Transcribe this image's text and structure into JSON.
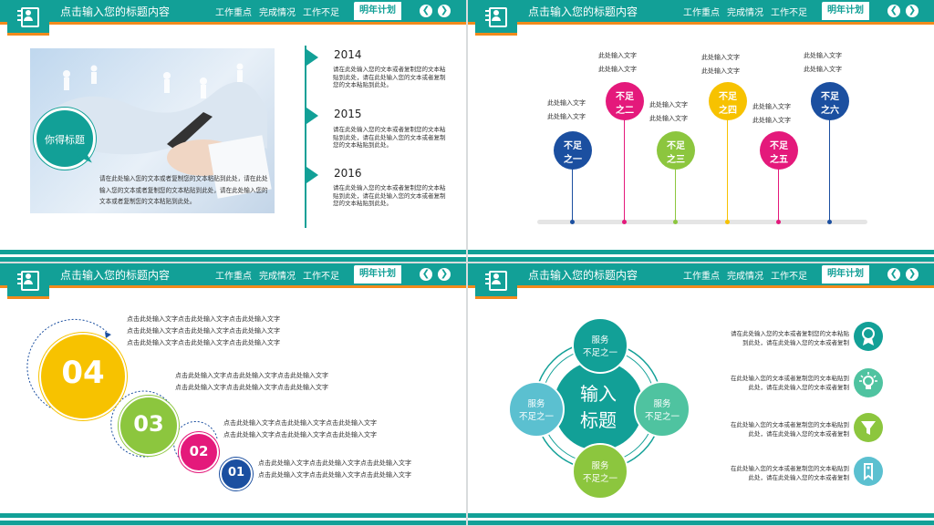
{
  "header": {
    "title": "点击输入您的标题内容",
    "nav": [
      "工作重点",
      "完成情况",
      "工作不足"
    ],
    "active_nav": "明年计划",
    "prev_icon": "chevron-left-icon",
    "next_icon": "chevron-right-icon"
  },
  "colors": {
    "teal": "#12a097",
    "orange": "#f28a1c",
    "blue": "#1b4fa0",
    "green": "#8cc63e",
    "pink": "#e4197b",
    "yellow": "#f7c200"
  },
  "slide1": {
    "badge": "你得标题",
    "photo_text": "请在此处输入您的文本或者复制您的文本粘贴到此处，请在此处输入您的文本或者复制您的文本粘贴到此处，请在此处输入您的文本或者复制您的文本粘贴到此处。",
    "timeline": [
      {
        "year": "2014",
        "text": "请在此处输入您的文本或者复制您的文本粘贴到此处，请在此处输入您的文本或者复制您的文本粘贴到此处。"
      },
      {
        "year": "2015",
        "text": "请在此处输入您的文本或者复制您的文本粘贴到此处，请在此处输入您的文本或者复制您的文本粘贴到此处。"
      },
      {
        "year": "2016",
        "text": "请在此处输入您的文本或者复制您的文本粘贴到此处，请在此处输入您的文本或者复制您的文本粘贴到此处。"
      }
    ]
  },
  "slide2": {
    "pins": [
      {
        "line1": "不足",
        "line2": "之一",
        "label": [
          "此处输入文字",
          "此处输入文字"
        ],
        "color": "#1b4fa0"
      },
      {
        "line1": "不足",
        "line2": "之二",
        "label": [
          "此处输入文字",
          "此处输入文字"
        ],
        "color": "#e4197b"
      },
      {
        "line1": "不足",
        "line2": "之三",
        "label": [
          "此处输入文字",
          "此处输入文字"
        ],
        "color": "#8cc63e"
      },
      {
        "line1": "不足",
        "line2": "之四",
        "label": [
          "此处输入文字",
          "此处输入文字"
        ],
        "color": "#f7c200"
      },
      {
        "line1": "不足",
        "line2": "之五",
        "label": [
          "此处输入文字",
          "此处输入文字"
        ],
        "color": "#e4197b"
      },
      {
        "line1": "不足",
        "line2": "之六",
        "label": [
          "此处输入文字",
          "此处输入文字"
        ],
        "color": "#1b4fa0"
      }
    ]
  },
  "slide3": {
    "items": [
      {
        "num": "04",
        "lines": [
          "点击此处输入文字点击此处输入文字点击此处输入文字",
          "点击此处输入文字点击此处输入文字点击此处输入文字",
          "点击此处输入文字点击此处输入文字点击此处输入文字"
        ],
        "color": "#f7c200"
      },
      {
        "num": "03",
        "lines": [
          "点击此处输入文字点击此处输入文字点击此处输入文字",
          "点击此处输入文字点击此处输入文字点击此处输入文字"
        ],
        "color": "#8cc63e"
      },
      {
        "num": "02",
        "lines": [
          "点击此处输入文字点击此处输入文字点击此处输入文字",
          "点击此处输入文字点击此处输入文字点击此处输入文字"
        ],
        "color": "#e4197b"
      },
      {
        "num": "01",
        "lines": [
          "点击此处输入文字点击此处输入文字点击此处输入文字",
          "点击此处输入文字点击此处输入文字点击此处输入文字"
        ],
        "color": "#1b4fa0"
      }
    ]
  },
  "slide4": {
    "center": [
      "输入",
      "标题"
    ],
    "nodes": [
      {
        "l1": "服务",
        "l2": "不足之一",
        "color": "#12a097"
      },
      {
        "l1": "服务",
        "l2": "不足之一",
        "color": "#4fc3a0"
      },
      {
        "l1": "服务",
        "l2": "不足之一",
        "color": "#8cc63e"
      },
      {
        "l1": "服务",
        "l2": "不足之一",
        "color": "#5bc0d0"
      }
    ],
    "list": [
      {
        "lines": [
          "请在此处输入您的文本或者复制您的文本粘贴",
          "到此处，请在此处输入您的文本或者复制"
        ],
        "icon": "award-ribbon-icon",
        "color": "#12a097"
      },
      {
        "lines": [
          "在此处输入您的文本或者复制您的文本粘贴到",
          "此处，请在此处输入您的文本或者复制"
        ],
        "icon": "lightbulb-icon",
        "color": "#4fc3a0"
      },
      {
        "lines": [
          "在此处输入您的文本或者复制您的文本粘贴到",
          "此处，请在此处输入您的文本或者复制"
        ],
        "icon": "funnel-icon",
        "color": "#8cc63e"
      },
      {
        "lines": [
          "在此处输入您的文本或者复制您的文本粘贴到",
          "此处，请在此处输入您的文本或者复制"
        ],
        "icon": "tag-icon",
        "color": "#5bc0d0"
      }
    ]
  }
}
